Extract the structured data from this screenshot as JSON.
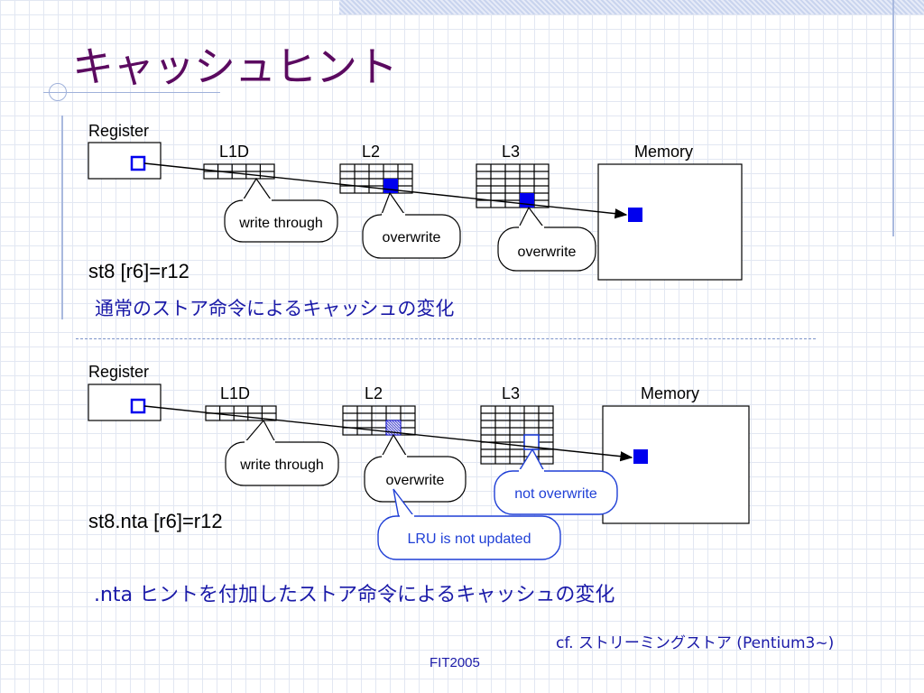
{
  "slide": {
    "title": "キャッシュヒント",
    "footer": "FIT2005",
    "note": "cf. ストリーミングストア (Pentium3~)"
  },
  "diagram_top": {
    "labels": {
      "register": "Register",
      "l1d": "L1D",
      "l2": "L2",
      "l3": "L3",
      "memory": "Memory"
    },
    "callouts": {
      "write_through": "write through",
      "l2_note": "overwrite",
      "l3_note": "overwrite"
    },
    "instruction": "st8 [r6]=r12",
    "caption": "通常のストア命令によるキャッシュの変化"
  },
  "diagram_bottom": {
    "labels": {
      "register": "Register",
      "l1d": "L1D",
      "l2": "L2",
      "l3": "L3",
      "memory": "Memory"
    },
    "callouts": {
      "write_through": "write through",
      "l2_note": "overwrite",
      "l3_note": "not overwrite",
      "lru_note": "LRU is not updated"
    },
    "instruction": "st8.nta [r6]=r12",
    "caption": ".nta ヒントを付加したストア命令によるキャッシュの変化"
  },
  "colors": {
    "title": "#5b0a60",
    "caption_text": "#1a1aa8",
    "data_block": "#0000ee",
    "highlight_outline": "#1f3fd6"
  }
}
